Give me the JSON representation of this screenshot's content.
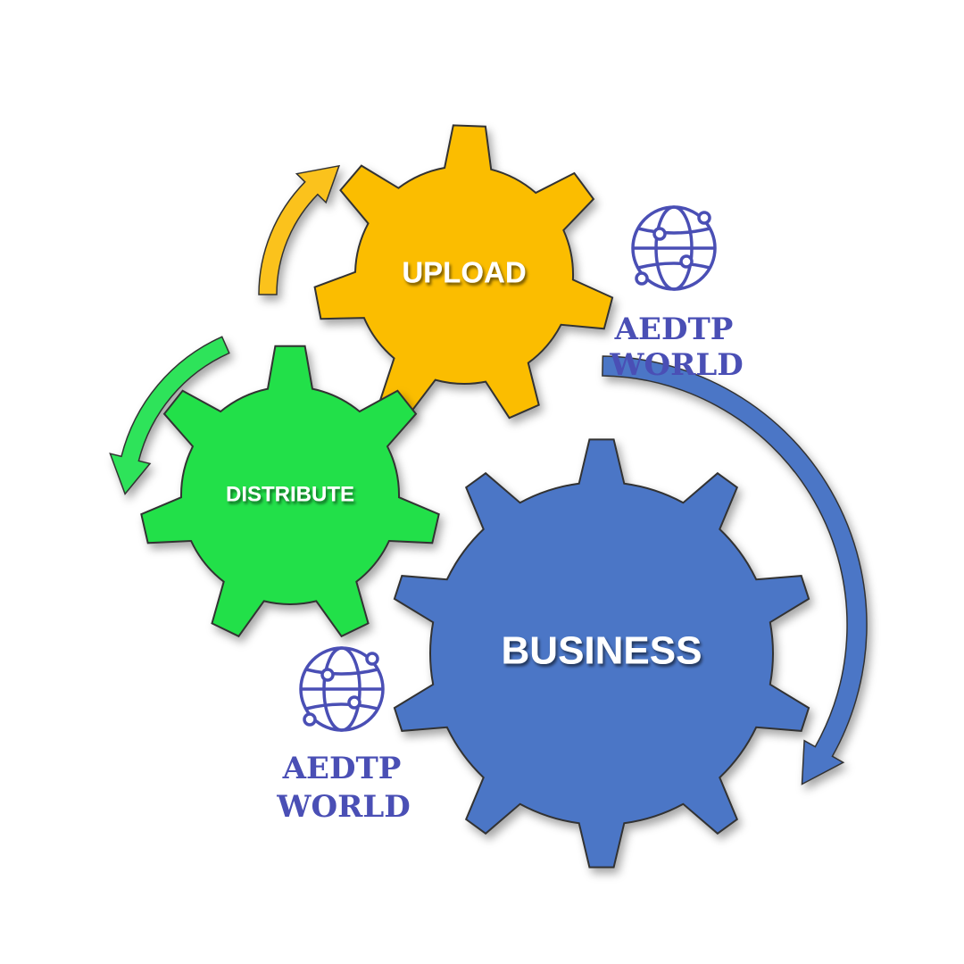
{
  "gears": {
    "upload": {
      "label": "UPLOAD",
      "color": "#fbbd06",
      "edge": "#c8940a"
    },
    "distribute": {
      "label": "DISTRIBUTE",
      "color": "#23e04a",
      "edge": "#17a834"
    },
    "business": {
      "label": "BUSINESS",
      "color": "#4b76c6",
      "edge": "#2f559c"
    }
  },
  "arrows": {
    "upload_color": "#fbc21a",
    "distribute_color": "#2ee35a",
    "business_color": "#4b76c6"
  },
  "brand_top": {
    "line1": "AEDTP",
    "line2": "WORLD",
    "color": "#4a4fb5"
  },
  "brand_bottom": {
    "line1": "AEDTP",
    "line2": "WORLD",
    "color": "#4a4fb5"
  },
  "icons": [
    "globe-network-icon",
    "globe-network-icon"
  ]
}
